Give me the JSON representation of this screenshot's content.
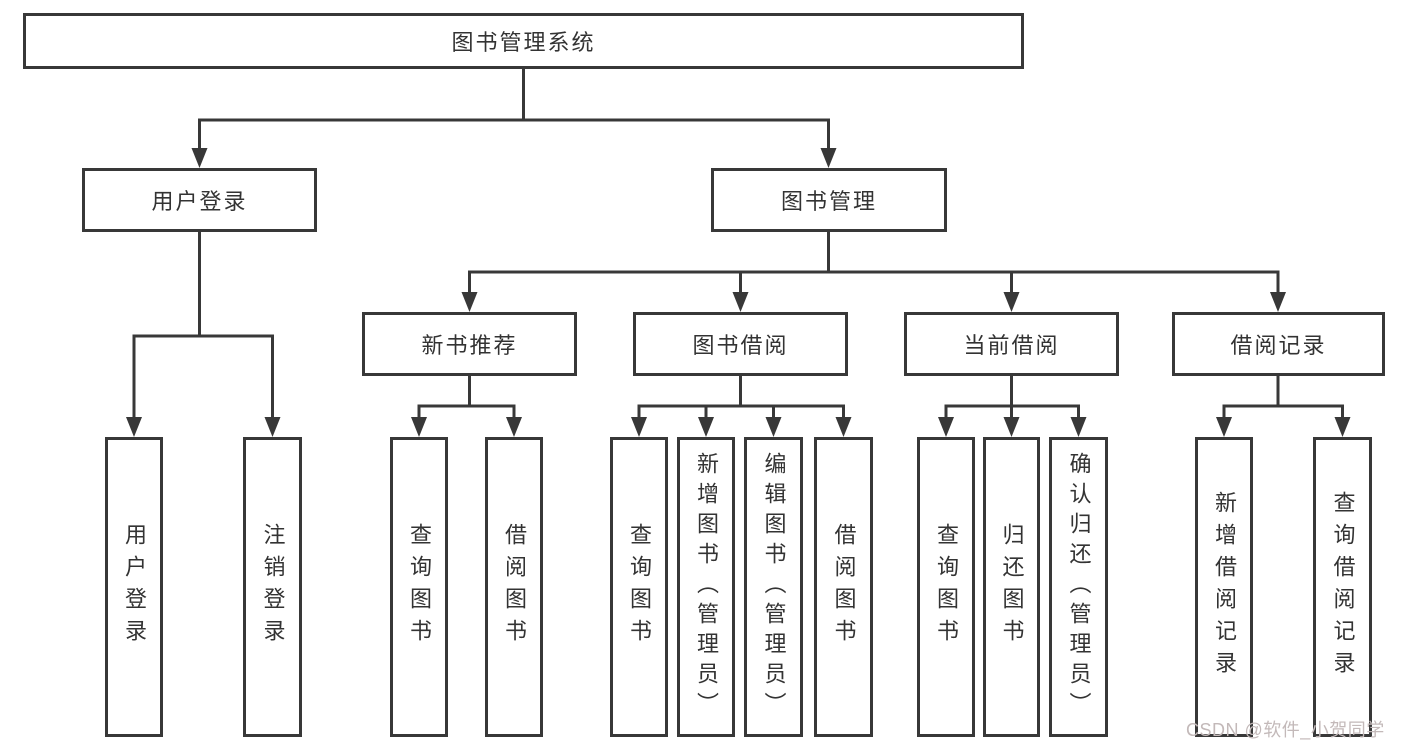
{
  "diagram_title": "图书管理系统",
  "colors": {
    "line": "#383838",
    "text": "#333333",
    "box_background": "#ffffff",
    "watermark": "#c3b9b9"
  },
  "tree": {
    "root": {
      "label": "图书管理系统"
    },
    "branches": [
      {
        "label": "用户登录",
        "children": [
          {
            "label": "用户登录"
          },
          {
            "label": "注销登录"
          }
        ]
      },
      {
        "label": "图书管理",
        "children": [
          {
            "label": "新书推荐",
            "children": [
              {
                "label": "查询图书"
              },
              {
                "label": "借阅图书"
              }
            ]
          },
          {
            "label": "图书借阅",
            "children": [
              {
                "label": "查询图书"
              },
              {
                "label": "新增图书（管理员）"
              },
              {
                "label": "编辑图书（管理员）"
              },
              {
                "label": "借阅图书"
              }
            ]
          },
          {
            "label": "当前借阅",
            "children": [
              {
                "label": "查询图书"
              },
              {
                "label": "归还图书"
              },
              {
                "label": "确认归还（管理员）"
              }
            ]
          },
          {
            "label": "借阅记录",
            "children": [
              {
                "label": "新增借阅记录"
              },
              {
                "label": "查询借阅记录"
              }
            ]
          }
        ]
      }
    ]
  },
  "watermark": {
    "text": "CSDN @软件_小贺同学"
  }
}
